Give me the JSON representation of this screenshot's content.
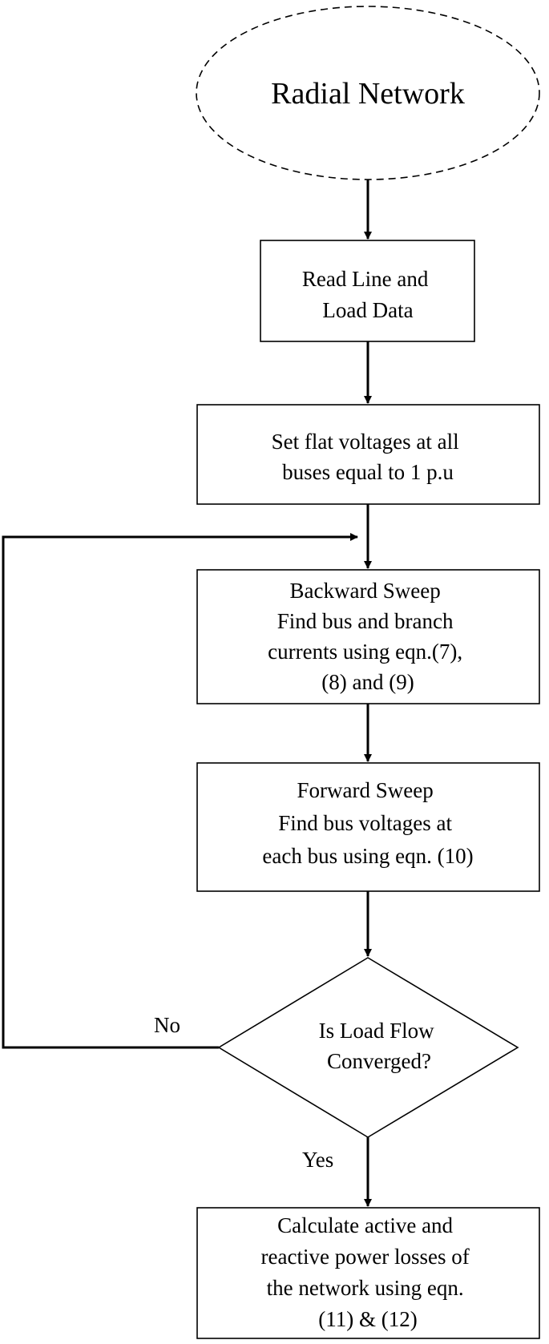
{
  "start": {
    "label": "Radial Network"
  },
  "steps": {
    "read": [
      "Read Line and",
      "Load Data"
    ],
    "flat": [
      "Set flat voltages at all",
      "buses equal to 1 p.u"
    ],
    "backward": [
      "Backward Sweep",
      "Find bus and branch",
      "currents using eqn.(7),",
      "(8) and (9)"
    ],
    "forward": [
      "Forward Sweep",
      "Find bus voltages at",
      "each bus using eqn. (10)"
    ],
    "decision": [
      "Is Load Flow",
      "Converged?"
    ],
    "final": [
      "Calculate active and",
      "reactive power losses of",
      "the network using eqn.",
      "(11) & (12)"
    ]
  },
  "edges": {
    "no": "No",
    "yes": "Yes"
  }
}
